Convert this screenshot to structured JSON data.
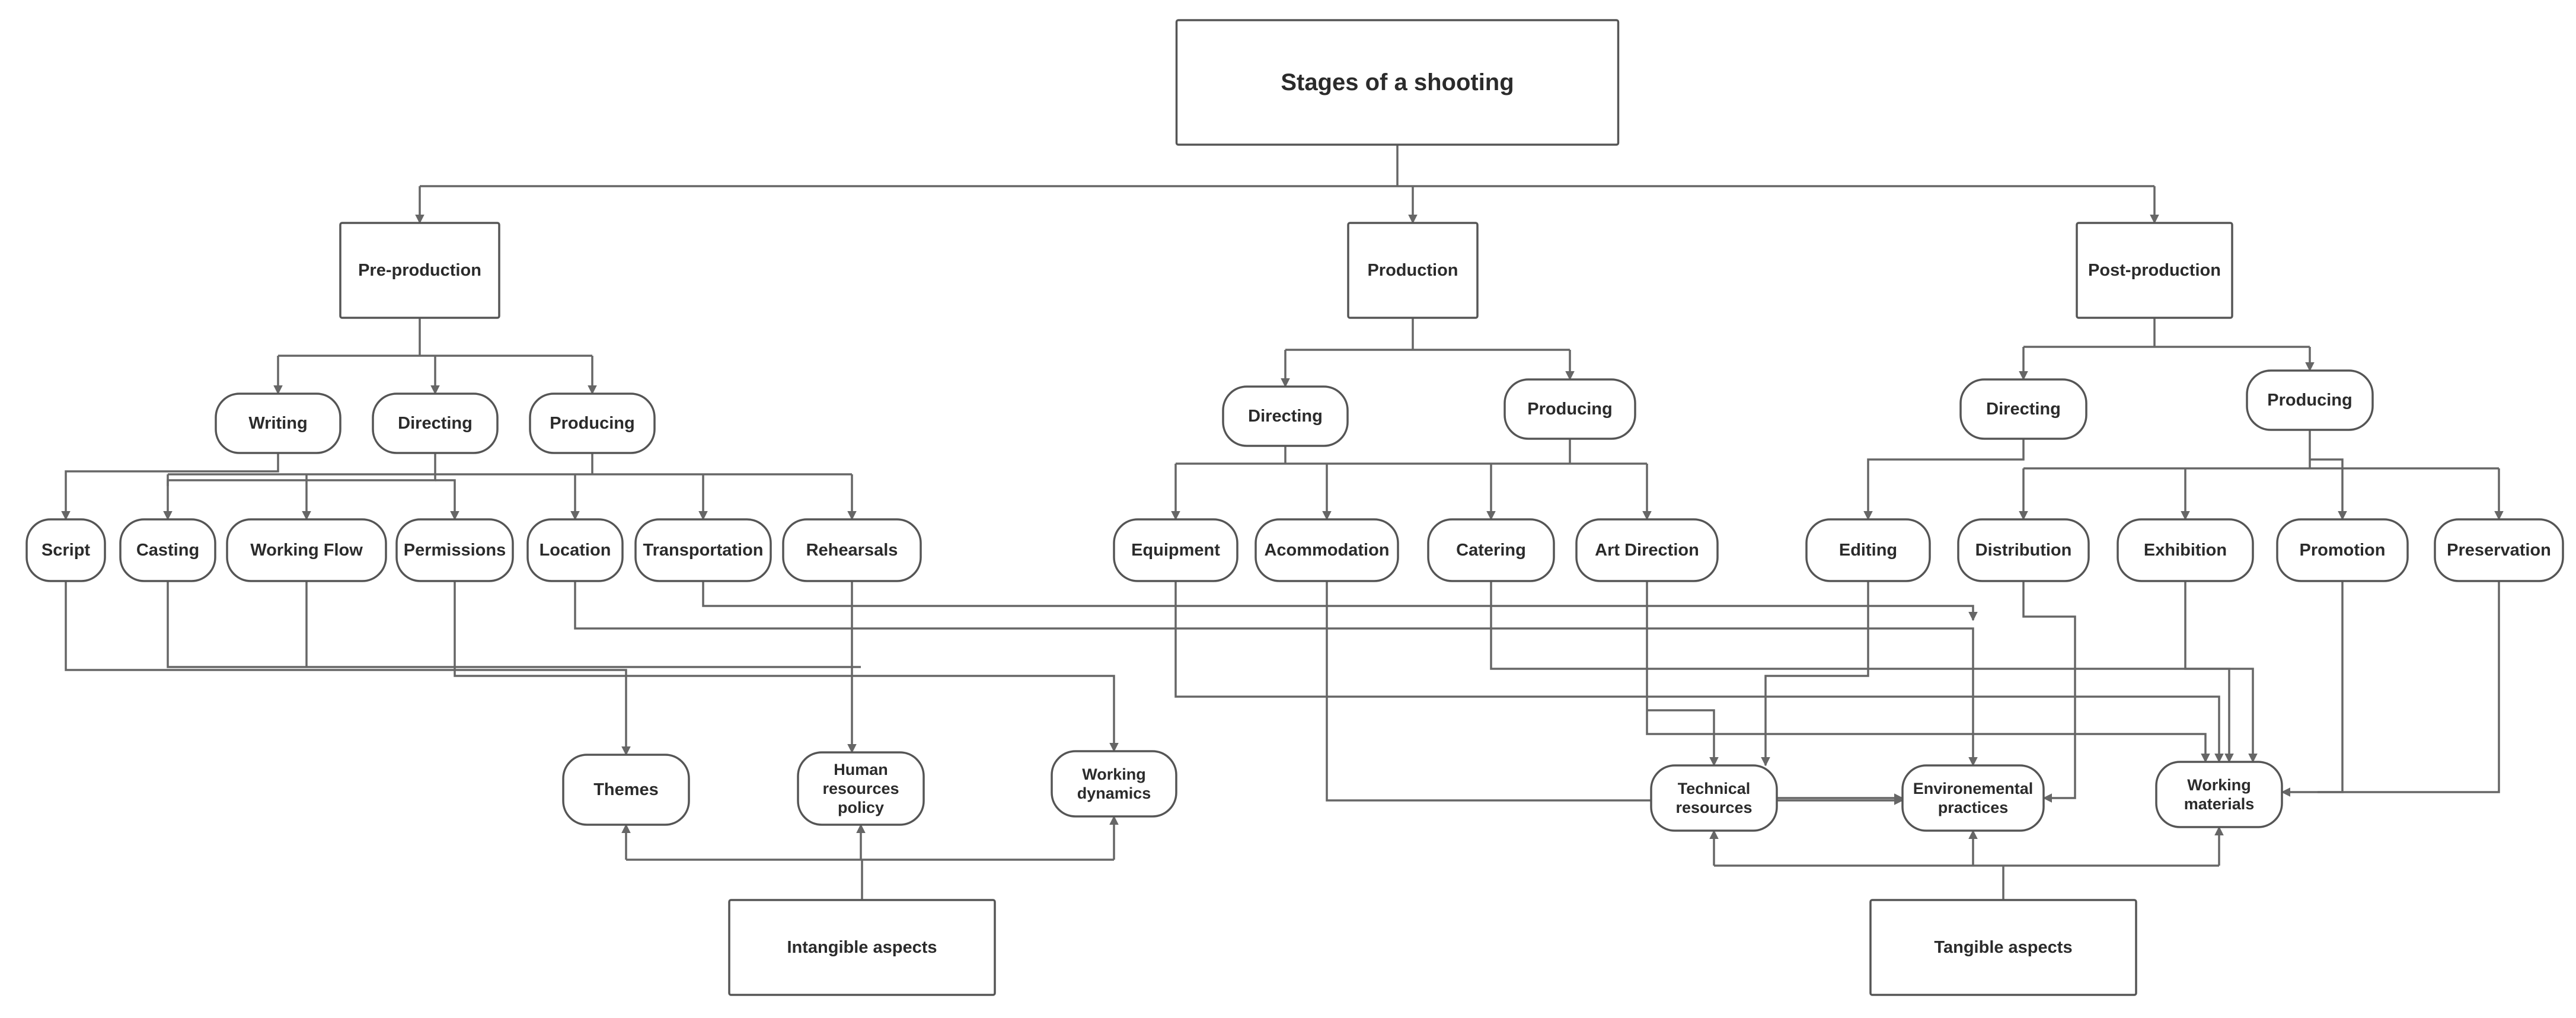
{
  "colors": {
    "line": "#666666",
    "box_border": "#555555",
    "text": "#2b2b2b",
    "background": "#ffffff"
  },
  "diagram": {
    "title": "Stages of a shooting",
    "stages": {
      "pre_production": "Pre-production",
      "production": "Production",
      "post_production": "Post-production"
    },
    "roles": {
      "pre_writing": "Writing",
      "pre_directing": "Directing",
      "pre_producing": "Producing",
      "prod_directing": "Directing",
      "prod_producing": "Producing",
      "post_directing": "Directing",
      "post_producing": "Producing"
    },
    "tasks": {
      "script": "Script",
      "casting": "Casting",
      "working_flow": "Working Flow",
      "permissions": "Permissions",
      "location": "Location",
      "transportation": "Transportation",
      "rehearsals": "Rehearsals",
      "equipment": "Equipment",
      "acommodation": "Acommodation",
      "catering": "Catering",
      "art_direction": "Art Direction",
      "editing": "Editing",
      "distribution": "Distribution",
      "exhibition": "Exhibition",
      "promotion": "Promotion",
      "preservation": "Preservation"
    },
    "aspects": {
      "themes": [
        "Themes"
      ],
      "human_resources_policy": [
        "Human",
        "resources",
        "policy"
      ],
      "working_dynamics": [
        "Working",
        "dynamics"
      ],
      "technical_resources": [
        "Technical",
        "resources"
      ],
      "environmental_practices": [
        "Environemental",
        "practices"
      ],
      "working_materials": [
        "Working",
        "materials"
      ]
    },
    "categories": {
      "intangible": "Intangible aspects",
      "tangible": "Tangible aspects"
    }
  }
}
